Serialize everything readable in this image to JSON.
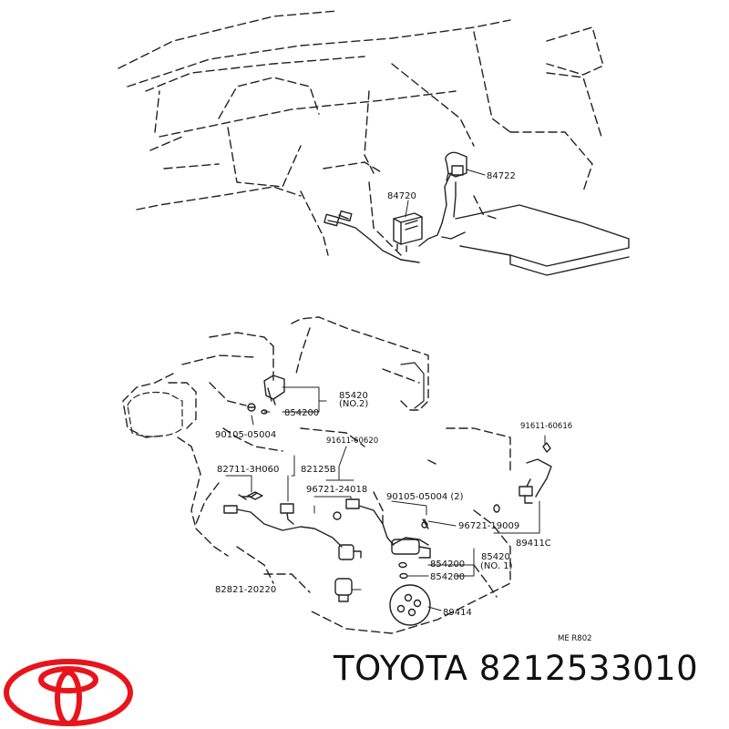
{
  "parts": {
    "p84722": "84722",
    "p84720": "84720",
    "p85420_top": "85420",
    "no2": "(NO.2)",
    "p854200_top": "854200",
    "p90105_05004": "90105-05004",
    "p91611_60620": "91611-60620",
    "p91611_60616": "91611-60616",
    "p82711_3h060": "82711-3H060",
    "p82125b": "82125B",
    "p96721_24018": "96721-24018",
    "p90105_05004_2": "90105-05004 (2)",
    "p96721_19009": "96721-19009",
    "p89411c": "89411C",
    "p85420_bottom": "85420",
    "no1": "(NO. 1)",
    "p854200_a": "854200",
    "p854200_b": "854200",
    "p82821_20220": "82821-20220",
    "p89414": "89414"
  },
  "diagram_code": "ME R802",
  "brand_text": "TOYOTA 8212533010",
  "logo_color": "#e8141c"
}
